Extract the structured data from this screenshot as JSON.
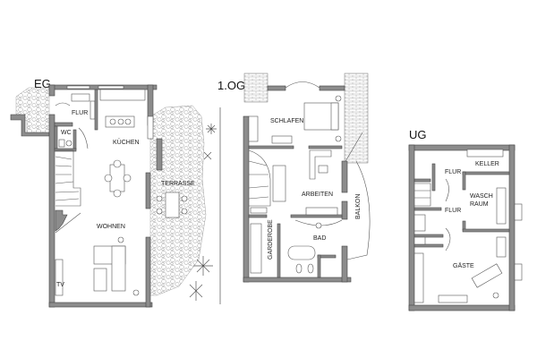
{
  "floors": {
    "eg": {
      "label": "EG",
      "rooms": {
        "flur": "FLUR",
        "wc": "WC",
        "kuechen": "KÜCHEN",
        "terrasse": "TERRASSE",
        "wohnen": "WOHNEN",
        "tv": "TV"
      }
    },
    "og": {
      "label": "1.OG",
      "rooms": {
        "schlafen": "SCHLAFEN",
        "arbeiten": "ARBEITEN",
        "bad": "BAD",
        "garderobe": "GARDEROBE",
        "balkon": "BALKON"
      }
    },
    "ug": {
      "label": "UG",
      "rooms": {
        "keller": "KELLER",
        "flur1": "FLUR",
        "flur2": "FLUR",
        "wasch": "WASCH",
        "raum": "RAUM",
        "gaeste": "GÄSTE"
      }
    }
  },
  "colors": {
    "wall": "#8c8c8c",
    "background": "#ffffff",
    "line": "#555555"
  }
}
